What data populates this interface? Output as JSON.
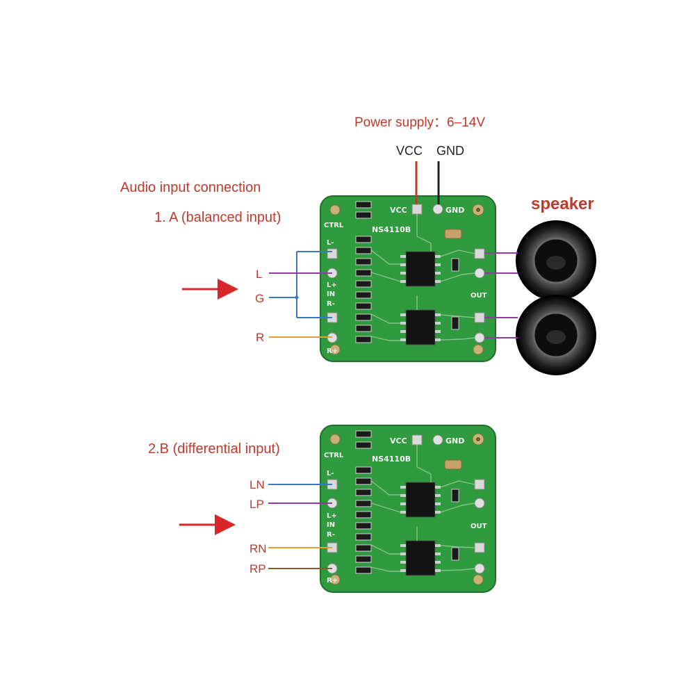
{
  "power": {
    "title": "Power supply：6–14V",
    "vcc": "VCC",
    "gnd": "GND"
  },
  "section_a": {
    "heading": "Audio input connection",
    "subheading": "1. A (balanced input)",
    "inputs": [
      "L",
      "G",
      "R"
    ],
    "speaker_label": "speaker"
  },
  "section_b": {
    "heading": "2.B (differential input)",
    "inputs": [
      "LN",
      "LP",
      "RN",
      "RP"
    ]
  },
  "board": {
    "chip": "NS4110B",
    "silk_vcc": "VCC",
    "silk_gnd": "GND",
    "silk_ctrl": "CTRL",
    "silk_lminus": "L-",
    "silk_lplus": "L+",
    "silk_in": "IN",
    "silk_rminus": "R-",
    "silk_rplus": "R+",
    "silk_out": "OUT"
  },
  "colors": {
    "label_red": "#c0392b",
    "arrow_red": "#d8262b",
    "pcb_green": "#2f9a3e",
    "wire_blue": "#3a78c2",
    "wire_purple": "#8e3c9e",
    "wire_orange": "#e0a030",
    "wire_brown": "#8a5a2b",
    "wire_vcc_red": "#c0392b"
  }
}
